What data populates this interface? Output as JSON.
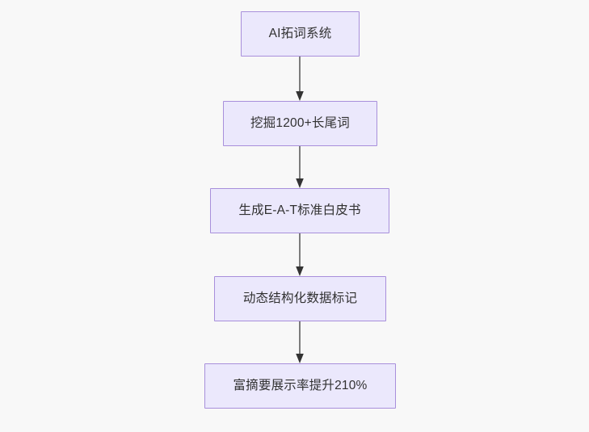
{
  "diagram": {
    "type": "flowchart",
    "direction": "top-to-bottom",
    "background_color": "#f8f8f8",
    "node_fill_color": "#ebe8fc",
    "node_border_color": "#a88fdb",
    "node_text_color": "#313131",
    "edge_color": "#666666",
    "nodes": [
      {
        "id": "n0",
        "label": "AI拓词系统"
      },
      {
        "id": "n1",
        "label": "挖掘1200+长尾词"
      },
      {
        "id": "n2",
        "label": "生成E-A-T标准白皮书"
      },
      {
        "id": "n3",
        "label": "动态结构化数据标记"
      },
      {
        "id": "n4",
        "label": "富摘要展示率提升210%"
      }
    ],
    "edges": [
      {
        "from": "n0",
        "to": "n1",
        "label": ""
      },
      {
        "from": "n1",
        "to": "n2",
        "label": ""
      },
      {
        "from": "n2",
        "to": "n3",
        "label": ""
      },
      {
        "from": "n3",
        "to": "n4",
        "label": ""
      }
    ]
  }
}
